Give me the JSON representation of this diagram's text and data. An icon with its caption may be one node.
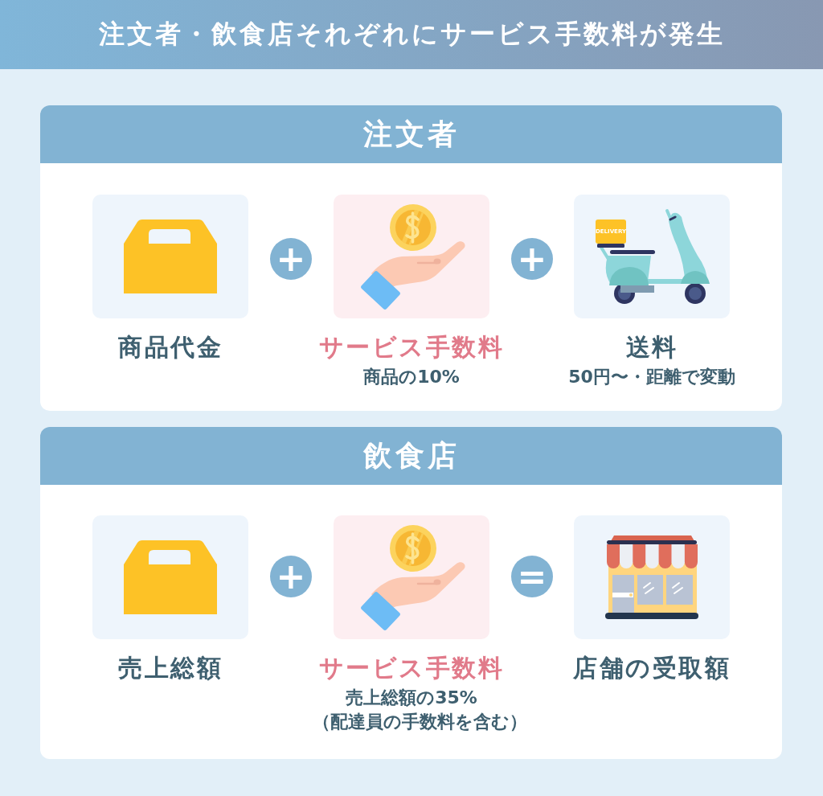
{
  "diagram": {
    "title": "注文者・飲食店それぞれにサービス手数料が発生",
    "nodes": [
      {
        "text": [
          "注文者"
        ]
      },
      {
        "text": [
          "商品代金"
        ],
        "in": 0
      },
      {
        "text": [
          "サービス手数料",
          "商品の10%"
        ],
        "in": 0
      },
      {
        "text": [
          "送料",
          "50円〜・距離で変動"
        ],
        "in": 0
      },
      {
        "text": [
          "飲食店"
        ]
      },
      {
        "text": [
          "売上総額"
        ],
        "in": 4
      },
      {
        "text": [
          "サービス手数料",
          "売上総額の35%",
          "（配達員の手数料を含む）"
        ],
        "in": 4
      },
      {
        "text": [
          "店舗の受取額"
        ],
        "in": 4
      }
    ],
    "labels": [
      "+",
      "+",
      "DELIVERY",
      "+",
      "="
    ]
  }
}
